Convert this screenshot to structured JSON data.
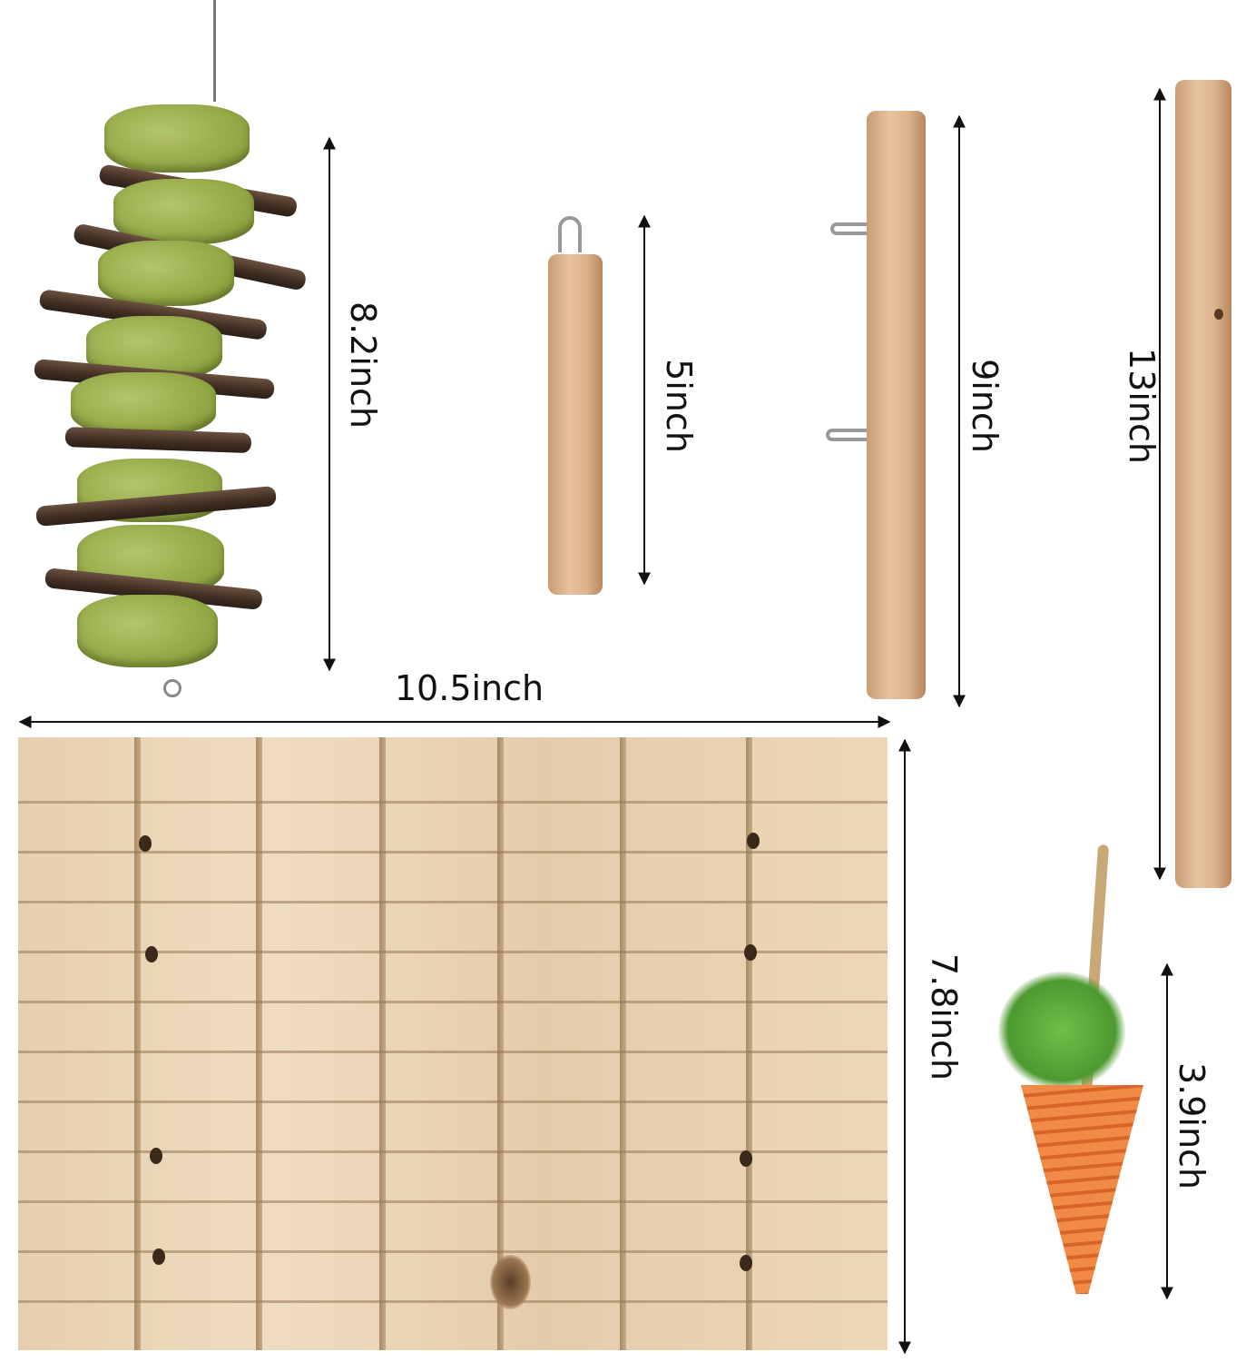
{
  "dimensions": {
    "chew_stack": "8.2inch",
    "short_perch": "5inch",
    "medium_perch": "9inch",
    "long_perch": "13inch",
    "board_width": "10.5inch",
    "board_height": "7.8inch",
    "carrot": "3.9inch"
  },
  "colors": {
    "arrow": "#111111",
    "carrot": "#e8783a",
    "grass": "#8fa442",
    "wood": "#e0bd98"
  }
}
